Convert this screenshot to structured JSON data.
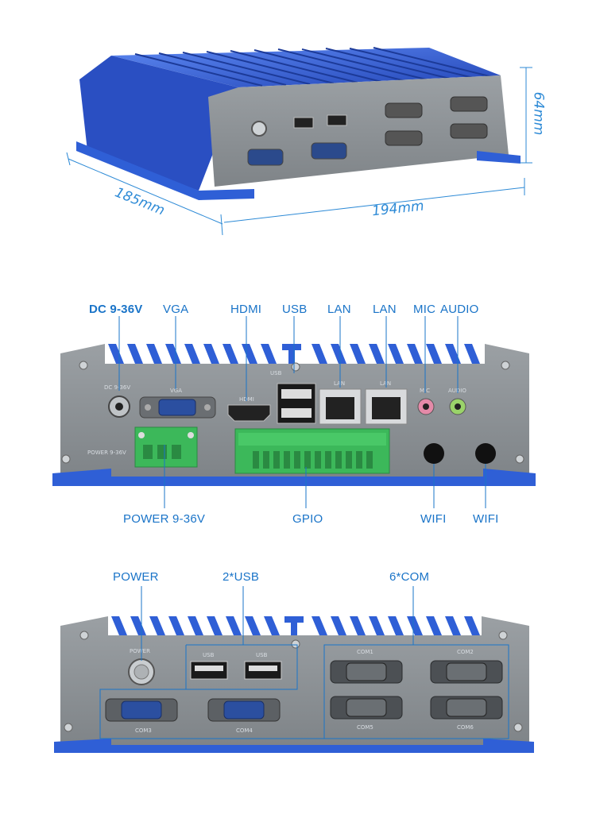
{
  "dimensions": {
    "depth": "185mm",
    "width": "194mm",
    "height": "64mm"
  },
  "panel_front_top": {
    "labels": {
      "dc": "DC 9-36V",
      "vga": "VGA",
      "hdmi": "HDMI",
      "usb": "USB",
      "lan1": "LAN",
      "lan2": "LAN",
      "mic": "MIC",
      "audio": "AUDIO",
      "power": "POWER 9-36V",
      "gpio": "GPIO",
      "wifi1": "WIFI",
      "wifi2": "WIFI"
    },
    "silkscreen": {
      "dc": "DC 9-36V",
      "vga": "VGA",
      "hdmi": "HDMI",
      "usb": "USB",
      "lan1": "LAN",
      "lan2": "LAN",
      "mic": "MIC",
      "audio": "AUDIO",
      "power": "POWER 9-36V"
    }
  },
  "panel_rear": {
    "labels": {
      "power": "POWER",
      "usb": "2*USB",
      "com": "6*COM"
    },
    "silkscreen": {
      "power": "POWER",
      "usb1": "USB",
      "usb2": "USB",
      "com1": "COM1",
      "com2": "COM2",
      "com3": "COM3",
      "com4": "COM4",
      "com5": "COM5",
      "com6": "COM6"
    }
  },
  "colors": {
    "chassis_blue": "#2f5fd6",
    "panel_gray": "#8e9397",
    "label_blue": "#1a74c8",
    "terminal_green": "#3cb85a"
  }
}
